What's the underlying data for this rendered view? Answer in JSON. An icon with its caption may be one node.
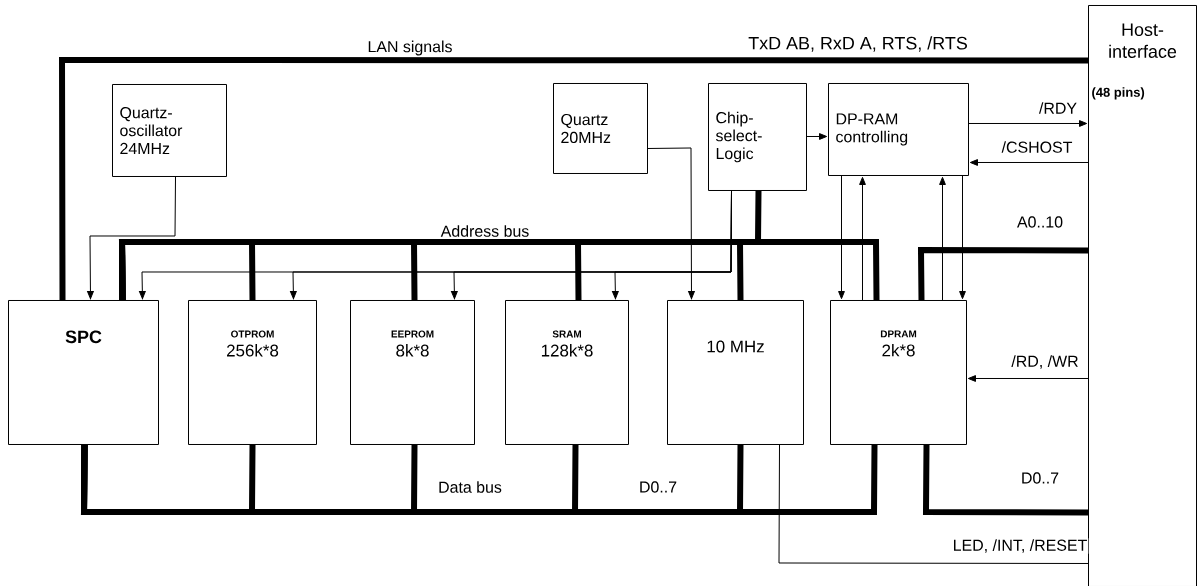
{
  "diagram": {
    "nodes": [
      {
        "text": [
          "Quartz-oscillator 24MHz"
        ]
      },
      {
        "text": [
          "Quartz 20MHz"
        ]
      },
      {
        "text": [
          "Chip-select-Logic"
        ]
      },
      {
        "text": [
          "DP-RAM controlling"
        ]
      },
      {
        "text": [
          "Host-interface",
          "(48 pins)"
        ]
      },
      {
        "text": [
          "SPC"
        ]
      },
      {
        "text": [
          "OTPROM",
          "256k*8"
        ]
      },
      {
        "text": [
          "EEPROM",
          "8k*8"
        ]
      },
      {
        "text": [
          "SRAM",
          "128k*8"
        ]
      },
      {
        "text": [
          "10 MHz"
        ]
      },
      {
        "text": [
          "DPRAM",
          "2k*8"
        ]
      }
    ],
    "edges": [
      {
        "from": 5,
        "to": 4,
        "arrow": "none",
        "style": "thick",
        "label": "LAN signals"
      },
      {
        "from": 0,
        "to": 5,
        "arrow": "to"
      },
      {
        "from": 5,
        "to": 6,
        "arrow": "none",
        "style": "thick"
      },
      {
        "from": 5,
        "to": 7,
        "arrow": "none",
        "style": "thick"
      },
      {
        "from": 5,
        "to": 8,
        "arrow": "none",
        "style": "thick",
        "label": "Address bus"
      },
      {
        "from": 5,
        "to": 9,
        "arrow": "none",
        "style": "thick"
      },
      {
        "from": 5,
        "to": 10,
        "arrow": "none",
        "style": "thick"
      },
      {
        "from": 2,
        "to": 5,
        "arrow": "none",
        "style": "thick"
      },
      {
        "from": 4,
        "to": 10,
        "arrow": "none",
        "style": "thick",
        "label": "A0..10"
      },
      {
        "from": 2,
        "to": 5,
        "arrow": "to"
      },
      {
        "from": 2,
        "to": 6,
        "arrow": "to"
      },
      {
        "from": 2,
        "to": 7,
        "arrow": "to"
      },
      {
        "from": 2,
        "to": 8,
        "arrow": "to"
      },
      {
        "from": 1,
        "to": 9,
        "arrow": "to"
      },
      {
        "from": 2,
        "to": 3,
        "arrow": "to"
      },
      {
        "from": 3,
        "to": 10,
        "arrow": "to"
      },
      {
        "from": 10,
        "to": 3,
        "arrow": "to"
      },
      {
        "from": 10,
        "to": 3,
        "arrow": "to"
      },
      {
        "from": 3,
        "to": 10,
        "arrow": "to"
      },
      {
        "from": 3,
        "to": 4,
        "arrow": "to",
        "label": "/RDY"
      },
      {
        "from": 4,
        "to": 3,
        "arrow": "to",
        "label": "/CSHOST"
      },
      {
        "from": 4,
        "to": 10,
        "arrow": "to",
        "label": "/RD, /WR"
      },
      {
        "from": 5,
        "to": 6,
        "arrow": "none",
        "style": "thick"
      },
      {
        "from": 5,
        "to": 7,
        "arrow": "none",
        "style": "thick"
      },
      {
        "from": 5,
        "to": 8,
        "arrow": "none",
        "style": "thick",
        "label": "Data bus"
      },
      {
        "from": 5,
        "to": 9,
        "arrow": "none",
        "style": "thick"
      },
      {
        "from": 5,
        "to": 10,
        "arrow": "none",
        "style": "thick"
      },
      {
        "from": 10,
        "to": 4,
        "arrow": "none",
        "style": "thick",
        "label": "D0..7"
      },
      {
        "from": 9,
        "to": 4,
        "arrow": "none",
        "label": "LED, /INT, /RESET"
      }
    ],
    "labels": [
      "TxD AB, RxD A, RTS, /RTS",
      "D0..7"
    ]
  }
}
